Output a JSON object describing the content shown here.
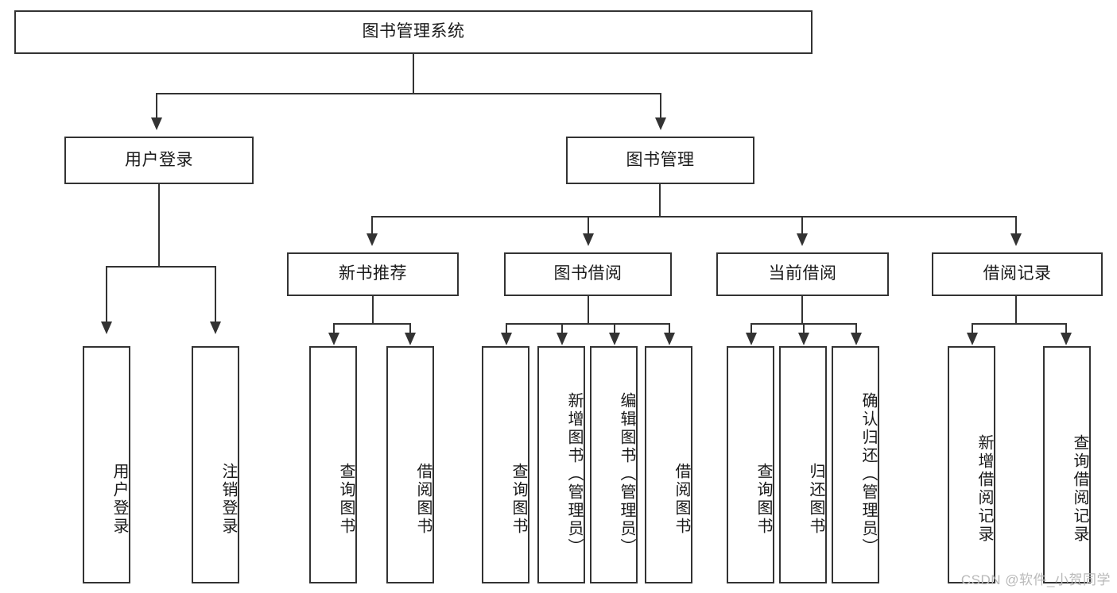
{
  "diagram": {
    "title": "图书管理系统",
    "type": "tree-hierarchy-diagram",
    "colors": {
      "background": "#ffffff",
      "border": "#333333",
      "text": "#1a1a1a",
      "watermark": "#b9b9b9"
    },
    "root": {
      "label": "图书管理系统"
    },
    "level2": [
      {
        "label": "用户登录"
      },
      {
        "label": "图书管理"
      }
    ],
    "level3": [
      {
        "label": "新书推荐"
      },
      {
        "label": "图书借阅"
      },
      {
        "label": "当前借阅"
      },
      {
        "label": "借阅记录"
      }
    ],
    "leaves": {
      "user_login": [
        {
          "label": "用户登录"
        },
        {
          "label": "注销登录"
        }
      ],
      "new_book_recommend": [
        {
          "label": "查询图书"
        },
        {
          "label": "借阅图书"
        }
      ],
      "book_borrow": [
        {
          "label": "查询图书"
        },
        {
          "label": "新增图书（管理员）"
        },
        {
          "label": "编辑图书（管理员）"
        },
        {
          "label": "借阅图书"
        }
      ],
      "current_borrow": [
        {
          "label": "查询图书"
        },
        {
          "label": "归还图书"
        },
        {
          "label": "确认归还（管理员）"
        }
      ],
      "borrow_record": [
        {
          "label": "新增借阅记录"
        },
        {
          "label": "查询借阅记录"
        }
      ]
    }
  },
  "watermark": {
    "text": "CSDN @软件_小贺同学"
  }
}
